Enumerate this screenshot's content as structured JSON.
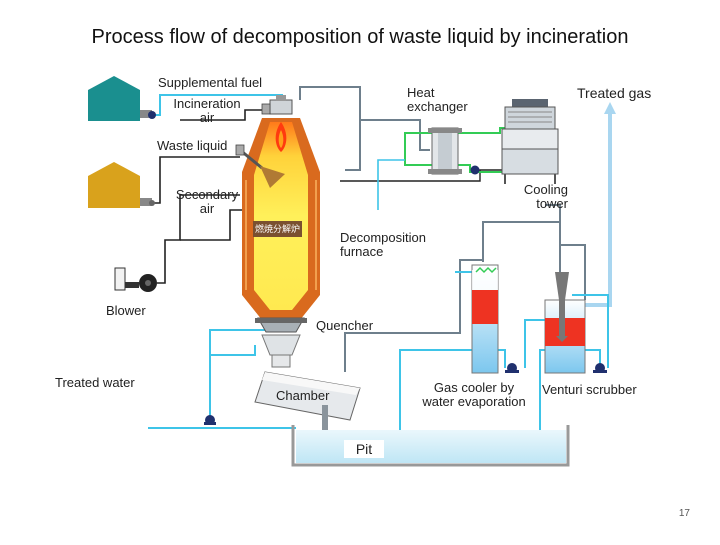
{
  "title": "Process flow of decomposition of waste liquid by incineration",
  "labels": {
    "supplemental_fuel": "Supplemental fuel",
    "incineration_air_1": "Incineration",
    "incineration_air_2": "air",
    "heat_exchanger_1": "Heat",
    "heat_exchanger_2": "exchanger",
    "treated_gas": "Treated gas",
    "waste_liquid": "Waste liquid",
    "secondary_air_1": "Secondary",
    "secondary_air_2": "air",
    "cooling_tower_1": "Cooling",
    "cooling_tower_2": "tower",
    "decomposition_furnace_1": "Decomposition",
    "decomposition_furnace_2": "furnace",
    "blower": "Blower",
    "quencher": "Quencher",
    "treated_water": "Treated water",
    "chamber": "Chamber",
    "gas_cooler_1": "Gas cooler by",
    "gas_cooler_2": "water evaporation",
    "venturi_scrubber": "Venturi scrubber",
    "pit": "Pit",
    "furnace_marking": "燃焼分解炉"
  },
  "page_number": "17",
  "colors": {
    "fuel_tank": "#1a8f8f",
    "waste_tank": "#d9a21c",
    "water_line": "#3ec4e8",
    "gas_line": "#6e7f8c",
    "treated_gas_line": "#a9d6f0",
    "green_line": "#33cc55",
    "furnace_orange": "#d96a1e",
    "flame_yellow": "#f7e84a",
    "red_zone": "#ee3322",
    "pump_navy": "#20306e"
  }
}
